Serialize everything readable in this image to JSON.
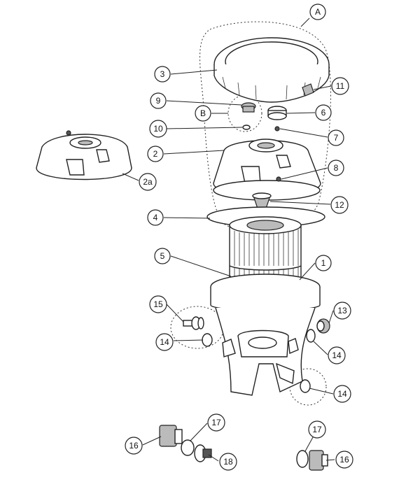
{
  "callouts": [
    {
      "id": "A",
      "label": "A"
    },
    {
      "id": "3",
      "label": "3"
    },
    {
      "id": "11",
      "label": "11"
    },
    {
      "id": "9",
      "label": "9"
    },
    {
      "id": "B",
      "label": "B"
    },
    {
      "id": "6",
      "label": "6"
    },
    {
      "id": "10",
      "label": "10"
    },
    {
      "id": "7",
      "label": "7"
    },
    {
      "id": "2",
      "label": "2"
    },
    {
      "id": "2a",
      "label": "2a"
    },
    {
      "id": "8",
      "label": "8"
    },
    {
      "id": "12",
      "label": "12"
    },
    {
      "id": "4",
      "label": "4"
    },
    {
      "id": "5",
      "label": "5"
    },
    {
      "id": "1",
      "label": "1"
    },
    {
      "id": "15",
      "label": "15"
    },
    {
      "id": "13",
      "label": "13"
    },
    {
      "id": "14a",
      "label": "14"
    },
    {
      "id": "14b",
      "label": "14"
    },
    {
      "id": "14c",
      "label": "14"
    },
    {
      "id": "17a",
      "label": "17"
    },
    {
      "id": "16a",
      "label": "16"
    },
    {
      "id": "18",
      "label": "18"
    },
    {
      "id": "17b",
      "label": "17"
    },
    {
      "id": "16b",
      "label": "16"
    }
  ],
  "parts": [
    {
      "id": "locking-ring",
      "icon": "locking-ring-icon"
    },
    {
      "id": "lid",
      "icon": "filter-lid-icon"
    },
    {
      "id": "lid-alt",
      "icon": "filter-lid-icon"
    },
    {
      "id": "air-relief-valve",
      "icon": "valve-icon"
    },
    {
      "id": "o-ring",
      "icon": "o-ring-icon"
    },
    {
      "id": "cartridge",
      "icon": "cartridge-icon"
    },
    {
      "id": "tank-body",
      "icon": "tank-icon"
    },
    {
      "id": "drain-plug",
      "icon": "plug-icon"
    },
    {
      "id": "pressure-gauge",
      "icon": "gauge-icon"
    }
  ]
}
